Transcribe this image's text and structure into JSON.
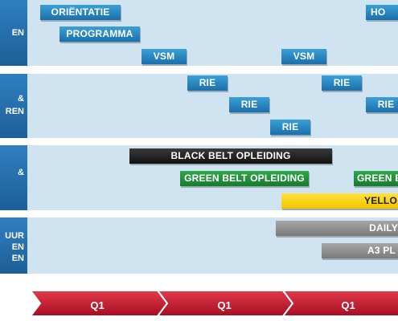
{
  "rows": [
    {
      "label": "EN"
    },
    {
      "label1": "&",
      "label2": "REN"
    },
    {
      "label": "&"
    },
    {
      "label1": "UUR",
      "label2": "EN",
      "label3": "EN"
    }
  ],
  "bars": {
    "orientatie": "ORIËNTATIE",
    "programma": "PROGRAMMA",
    "ho": "HO",
    "vsm_1": "VSM",
    "vsm_2": "VSM",
    "rie_1": "RIE",
    "rie_2": "RIE",
    "rie_3": "RIE",
    "rie_4": "RIE",
    "rie_5": "RIE",
    "black_belt": "BLACK BELT OPLEIDING",
    "green_belt": "GREEN BELT OPLEIDING",
    "green_belt_2": "GREEN B",
    "yellow": "YELLO",
    "daily": "DAILY",
    "a3": "A3 PL"
  },
  "timeline": [
    "Q1",
    "Q1",
    "Q1"
  ],
  "colors": {
    "band": "#cfe3f0",
    "label_blue": "#1d5f98",
    "bar_blue": "#1b6fab",
    "bar_black": "#111111",
    "bar_green": "#177a2e",
    "bar_yellow": "#f2c400",
    "bar_gray": "#7a7a7a",
    "arrow_red": "#c8102e"
  }
}
